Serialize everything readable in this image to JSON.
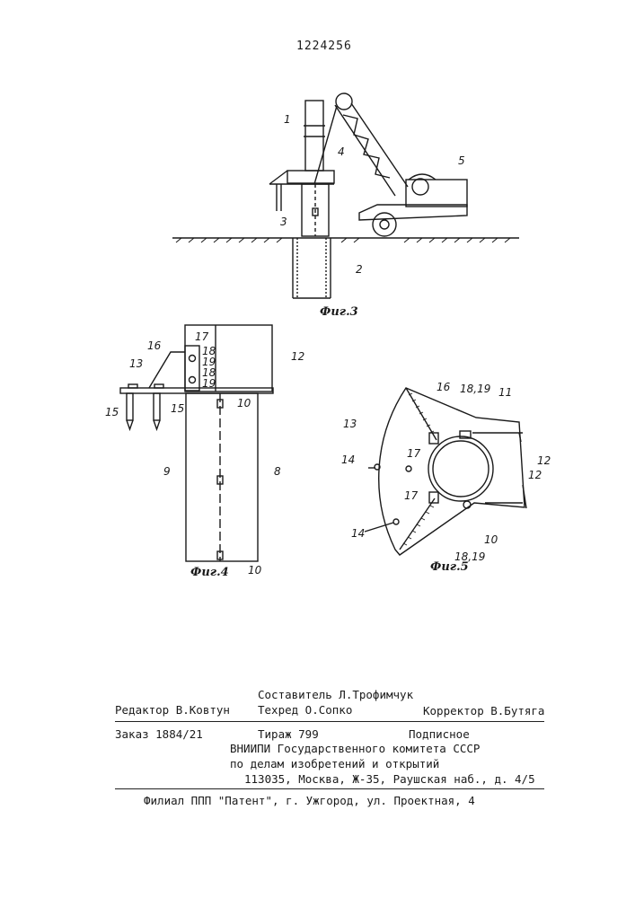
{
  "patent_number": "1224256",
  "figures": {
    "fig3": {
      "caption": "Фиг.3",
      "labels": {
        "l1": "1",
        "l2": "2",
        "l3": "3",
        "l4": "4",
        "l5": "5"
      }
    },
    "fig4": {
      "caption": "Фиг.4",
      "labels": {
        "l8": "8",
        "l9": "9",
        "l10a": "10",
        "l10b": "10",
        "l12": "12",
        "l13": "13",
        "l15a": "15",
        "l15b": "15",
        "l16": "16",
        "l17": "17",
        "l18a": "18",
        "l19a": "19",
        "l18b": "18",
        "l19b": "19"
      }
    },
    "fig5": {
      "caption": "Фиг.5",
      "labels": {
        "l1819a": "18,19",
        "l11": "11",
        "l16": "16",
        "l13": "13",
        "l14a": "14",
        "l17a": "17",
        "l17b": "17",
        "l12a": "12",
        "l12b": "12",
        "l10": "10",
        "l14b": "14",
        "l1819b": "18,19"
      }
    }
  },
  "footer": {
    "compiler": "Составитель Л.Трофимчук",
    "editor": "Редактор В.Ковтун",
    "techred": "Техред О.Сопко",
    "corrector": "Корректор В.Бутяга",
    "order": "Заказ 1884/21",
    "circulation": "Тираж 799",
    "subscription": "Подписное",
    "org1": "ВНИИПИ Государственного комитета СССР",
    "org2": "по делам изобретений и открытий",
    "address": "113035, Москва, Ж-35, Раушская наб., д. 4/5",
    "branch": "Филиал ППП \"Патент\", г. Ужгород, ул. Проектная, 4"
  }
}
